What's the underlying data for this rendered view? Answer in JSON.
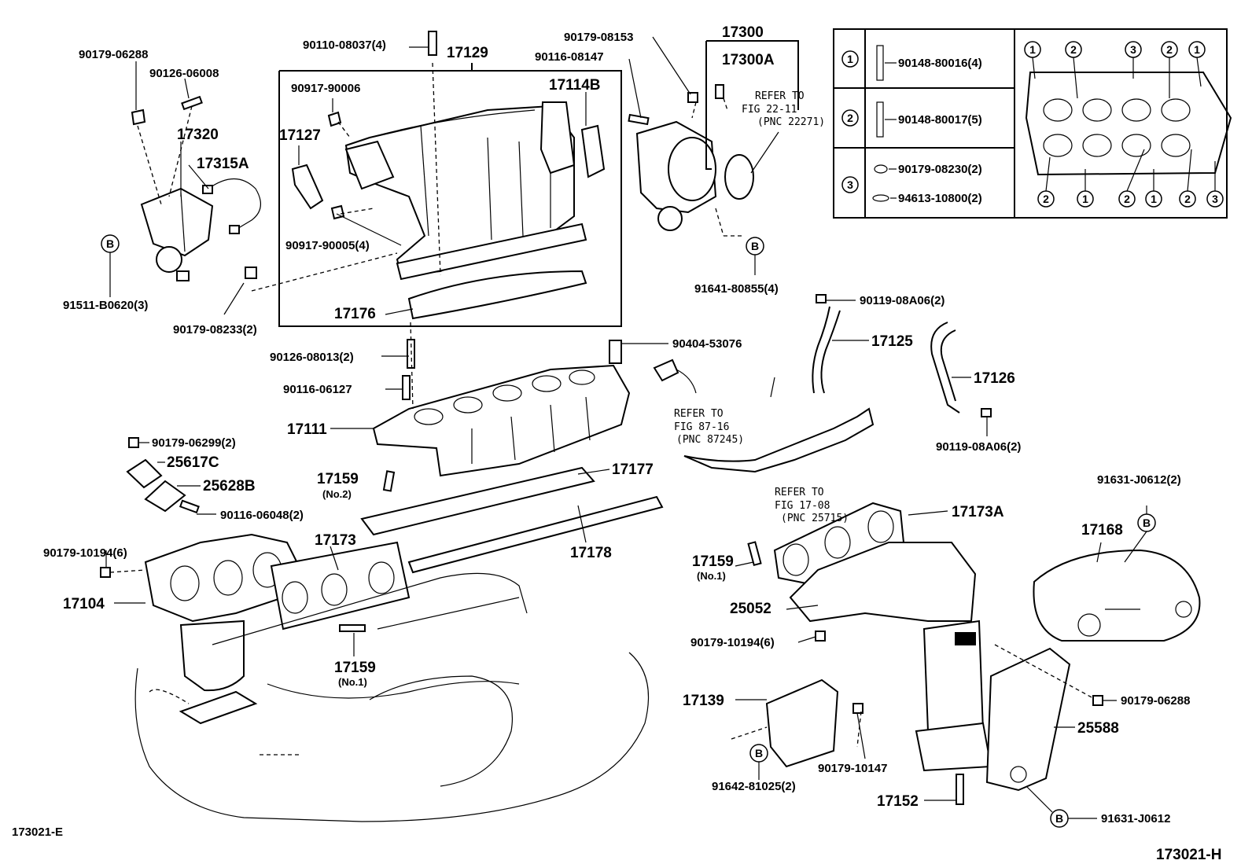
{
  "diagram_code_left": "173021-E",
  "diagram_code_right": "173021-H",
  "parts": {
    "p90179_06288_top": "90179-06288",
    "p90126_06008": "90126-06008",
    "p17320": "17320",
    "p17315A": "17315A",
    "p91511_B0620": "91511-B0620(3)",
    "p90179_08233": "90179-08233(2)",
    "p90110_08037": "90110-08037(4)",
    "p17129": "17129",
    "p90917_90006": "90917-90006",
    "p17127": "17127",
    "p17114B": "17114B",
    "p90917_90005": "90917-90005(4)",
    "p17176": "17176",
    "p90179_08153": "90179-08153",
    "p90116_08147": "90116-08147",
    "p17300": "17300",
    "p17300A": "17300A",
    "p91641_80855": "91641-80855(4)",
    "p90119_08A06_a": "90119-08A06(2)",
    "p17125": "17125",
    "p17126": "17126",
    "p90119_08A06_b": "90119-08A06(2)",
    "p90126_08013": "90126-08013(2)",
    "p90116_06127": "90116-06127",
    "p90404_53076": "90404-53076",
    "p17111": "17111",
    "p90179_06299": "90179-06299(2)",
    "p25617C": "25617C",
    "p25628B": "25628B",
    "p90116_06048": "90116-06048(2)",
    "p17159_no2": "17159",
    "p17159_no2_sub": "(No.2)",
    "p17177": "17177",
    "p17178": "17178",
    "p90179_10194_left": "90179-10194(6)",
    "p17104": "17104",
    "p17173": "17173",
    "p17159_no1_mid": "17159",
    "p17159_no1_mid_sub": "(No.1)",
    "p17173A": "17173A",
    "p17159_no1_right": "17159",
    "p17159_no1_right_sub": "(No.1)",
    "p25052": "25052",
    "p90179_10194_right": "90179-10194(6)",
    "p91631_J0612_top": "91631-J0612(2)",
    "p17168": "17168",
    "p90179_06288_right": "90179-06288",
    "p25588": "25588",
    "p17139": "17139",
    "p91642_81025": "91642-81025(2)",
    "p90179_10147": "90179-10147",
    "p17152": "17152",
    "p91631_J0612_bottom": "91631-J0612"
  },
  "refs": {
    "ref_22_11": [
      "REFER TO",
      "FIG 22-11",
      "(PNC 22271)"
    ],
    "ref_87_16": [
      "REFER TO",
      "FIG 87-16",
      "(PNC 87245)"
    ],
    "ref_17_08": [
      "REFER TO",
      "FIG 17-08",
      "(PNC 25715)"
    ]
  },
  "bolt_table": {
    "rows": [
      {
        "num": "1",
        "parts": [
          "90148-80016(4)"
        ]
      },
      {
        "num": "2",
        "parts": [
          "90148-80017(5)"
        ]
      },
      {
        "num": "3",
        "parts": [
          "90179-08230(2)",
          "94613-10800(2)"
        ]
      }
    ],
    "top_callouts": [
      "1",
      "2",
      "3",
      "2",
      "1"
    ],
    "bottom_callouts": [
      "2",
      "1",
      "2",
      "1",
      "2",
      "3"
    ]
  },
  "badge_letter": "B"
}
